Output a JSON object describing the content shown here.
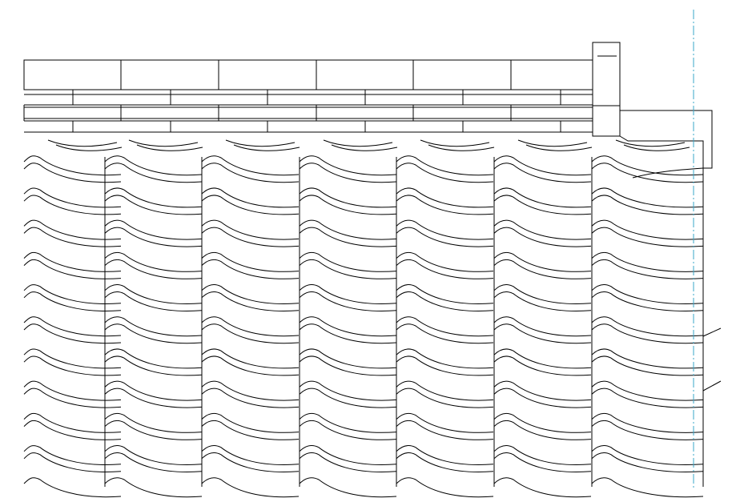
{
  "drawing": {
    "kind": "cad-roof-tile-elevation",
    "background": "#ffffff",
    "line_color": "#000000",
    "centerline_color": "#3aa7c9",
    "tile_columns": 7,
    "tile_rows": 11,
    "ridge_cap_segments": 6
  }
}
